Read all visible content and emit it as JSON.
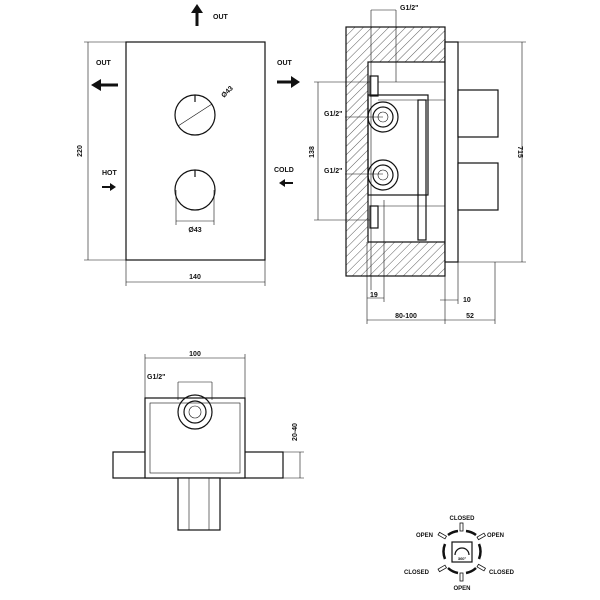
{
  "front_view": {
    "out_top": "OUT",
    "out_left": "OUT",
    "out_right": "OUT",
    "hot": "HOT",
    "cold": "COLD",
    "dim_height": "220",
    "dim_width": "140",
    "dim_knob_top": "Ø43",
    "dim_knob_bottom": "Ø43"
  },
  "side_view": {
    "thread_top": "G1/2\"",
    "thread_mid1": "G1/2\"",
    "thread_mid2": "G1/2\"",
    "dim_138": "138",
    "dim_715": "715",
    "dim_19": "19",
    "dim_10": "10",
    "dim_depth": "80-100",
    "dim_52": "52"
  },
  "bottom_view": {
    "dim_width": "100",
    "thread": "G1/2\"",
    "dim_depth": "20-40"
  },
  "rotation_legend": {
    "top": "CLOSED",
    "upper_left": "OPEN",
    "upper_right": "OPEN",
    "lower_left": "CLOSED",
    "lower_right": "CLOSED",
    "bottom": "OPEN",
    "angle": "360°"
  }
}
